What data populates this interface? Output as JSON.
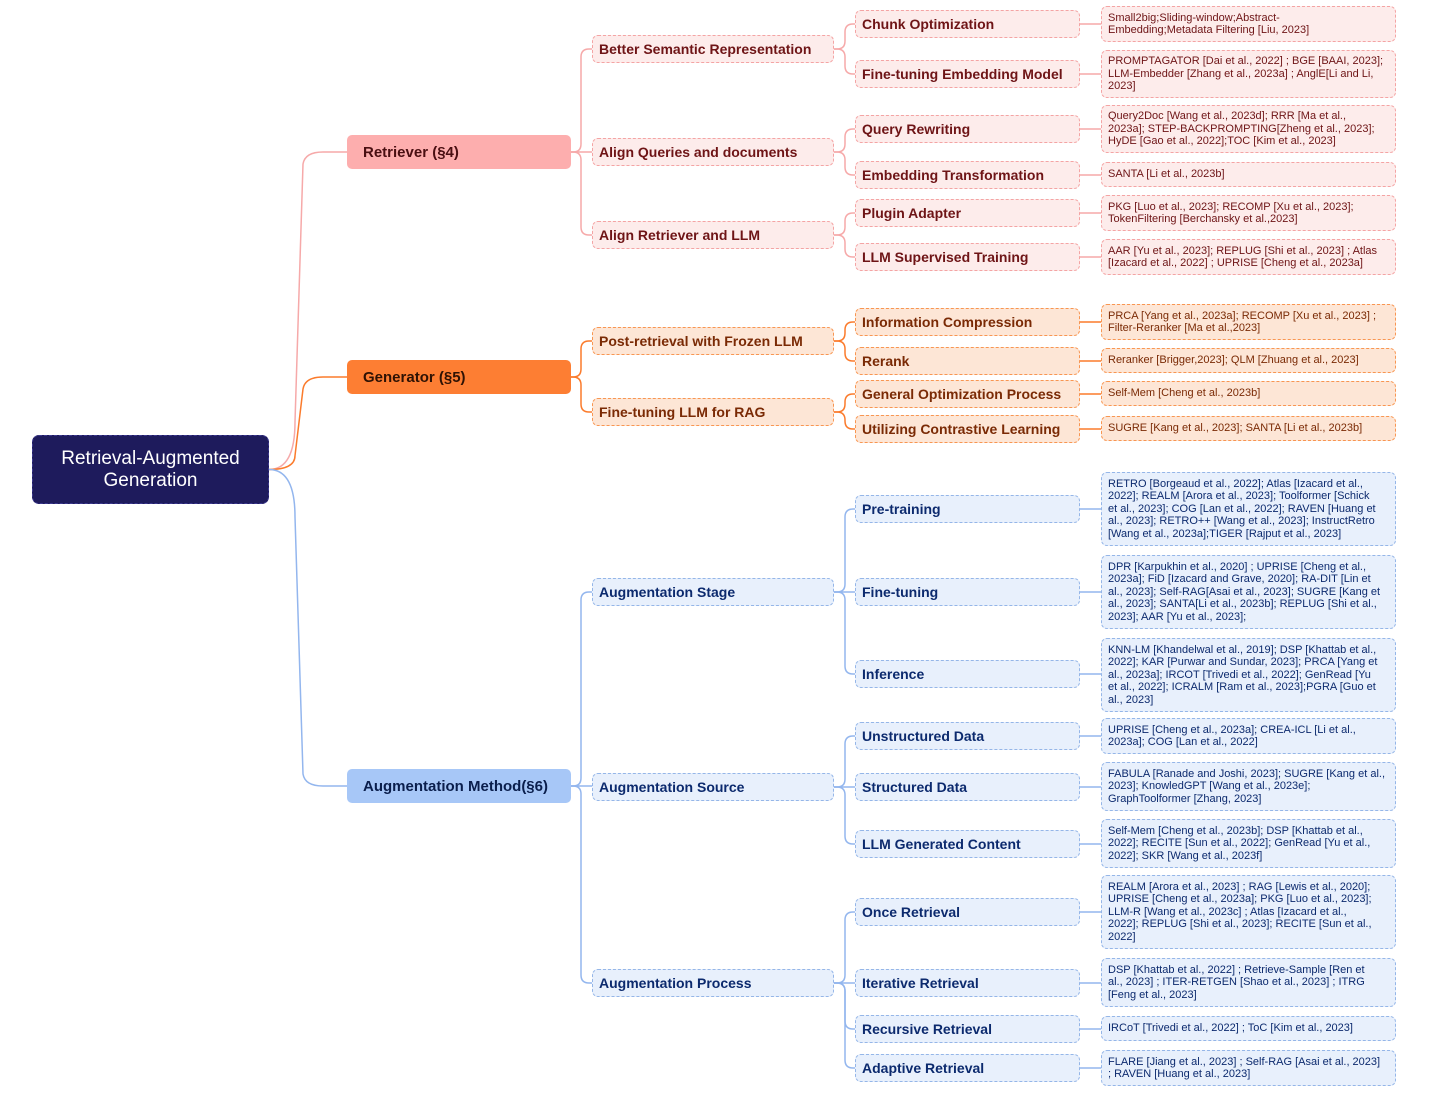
{
  "colors": {
    "root_fill": "#1e1b5c",
    "retriever_fill": "#fdaeae",
    "retriever_link": "#f6a9a9",
    "generator_fill": "#fd7e33",
    "generator_link": "#fb7b2c",
    "augmentation_fill": "#a7c7f7",
    "augmentation_link": "#93b6ee"
  },
  "tree": {
    "root": "Retrieval-Augmented Generation",
    "branches": [
      {
        "label": "Retriever (§4)",
        "children": [
          {
            "label": "Better Semantic Representation",
            "children": [
              {
                "label": "Chunk Optimization",
                "refs": [
                  "Small2big;Sliding-window;Abstract-",
                  "Embedding;Metadata Filtering [Liu, 2023]"
                ]
              },
              {
                "label": "Fine-tuning Embedding Model",
                "refs": [
                  "PROMPTAGATOR [Dai et al., 2022] ; BGE [BAAI, 2023];",
                  "LLM-Embedder [Zhang et al., 2023a] ; AnglE[Li and Li,",
                  "2023]"
                ]
              }
            ]
          },
          {
            "label": "Align  Queries and documents",
            "children": [
              {
                "label": "Query Rewriting",
                "refs": [
                  "Query2Doc [Wang et al., 2023d]; RRR [Ma et al.,",
                  "2023a]; STEP-BACKPROMPTING[Zheng et al., 2023];",
                  "HyDE [Gao et al., 2022];TOC [Kim et al., 2023]"
                ]
              },
              {
                "label": "Embedding Transformation",
                "refs": [
                  "SANTA [Li et al., 2023b]"
                ]
              }
            ]
          },
          {
            "label": "Align Retriever and LLM",
            "children": [
              {
                "label": "Plugin Adapter",
                "refs": [
                  "PKG [Luo et al., 2023]; RECOMP [Xu et al., 2023];",
                  "TokenFiltering [Berchansky et al.,2023]"
                ]
              },
              {
                "label": "LLM Supervised Training",
                "refs": [
                  "AAR [Yu et al., 2023]; REPLUG [Shi et al., 2023] ; Atlas",
                  "[Izacard et al., 2022] ; UPRISE [Cheng et al., 2023a]"
                ]
              }
            ]
          }
        ]
      },
      {
        "label": "Generator (§5)",
        "children": [
          {
            "label": "Post-retrieval with Frozen LLM",
            "children": [
              {
                "label": "Information Compression",
                "refs": [
                  "PRCA [Yang et al., 2023a]; RECOMP [Xu et al., 2023] ;",
                  "Filter-Reranker [Ma et al.,2023]"
                ]
              },
              {
                "label": "Rerank",
                "refs": [
                  "Reranker [Brigger,2023]; QLM [Zhuang et al., 2023]"
                ]
              }
            ]
          },
          {
            "label": "Fine-tuning LLM for RAG",
            "children": [
              {
                "label": "General Optimization Process",
                "refs": [
                  "Self-Mem [Cheng et al., 2023b]"
                ]
              },
              {
                "label": "Utilizing Contrastive Learning",
                "refs": [
                  "SUGRE [Kang et al., 2023]; SANTA [Li et al., 2023b]"
                ]
              }
            ]
          }
        ]
      },
      {
        "label": "Augmentation Method(§6)",
        "children": [
          {
            "label": "Augmentation Stage",
            "children": [
              {
                "label": "Pre-training",
                "refs": [
                  "RETRO [Borgeaud et al., 2022]; Atlas [Izacard et al.,",
                  "2022]; REALM [Arora et al., 2023]; Toolformer [Schick",
                  "et al., 2023]; COG [Lan et al., 2022]; RAVEN [Huang et",
                  "al., 2023]; RETRO++ [Wang et al., 2023]; InstructRetro",
                  "[Wang et al., 2023a];TIGER [Rajput et al., 2023]"
                ]
              },
              {
                "label": "Fine-tuning",
                "refs": [
                  "DPR [Karpukhin et al., 2020] ; UPRISE [Cheng et al.,",
                  "2023a]; FiD [Izacard and Grave, 2020]; RA-DIT [Lin et",
                  "al., 2023]; Self-RAG[Asai et al., 2023]; SUGRE [Kang et",
                  "al., 2023]; SANTA[Li et al., 2023b]; REPLUG [Shi et al.,",
                  "2023]; AAR [Yu et al., 2023];"
                ]
              },
              {
                "label": "Inference",
                "refs": [
                  "KNN-LM [Khandelwal et al., 2019]; DSP [Khattab et al.,",
                  "2022]; KAR [Purwar and Sundar, 2023]; PRCA [Yang et",
                  "al., 2023a]; IRCOT [Trivedi et al., 2022]; GenRead [Yu",
                  "et al., 2022]; ICRALM [Ram et al., 2023];PGRA [Guo et",
                  "al., 2023]"
                ]
              }
            ]
          },
          {
            "label": "Augmentation Source",
            "children": [
              {
                "label": "Unstructured Data",
                "refs": [
                  "UPRISE [Cheng et al., 2023a]; CREA-ICL [Li et al.,",
                  "2023a]; COG [Lan et al., 2022]"
                ]
              },
              {
                "label": "Structured Data",
                "refs": [
                  "FABULA [Ranade and Joshi, 2023]; SUGRE [Kang et al.,",
                  "2023]; KnowledGPT [Wang et al., 2023e];",
                  "GraphToolformer [Zhang, 2023]"
                ]
              },
              {
                "label": "LLM Generated Content",
                "refs": [
                  "Self-Mem [Cheng et al., 2023b]; DSP [Khattab et al.,",
                  "2022]; RECITE [Sun et al., 2022]; GenRead [Yu et al.,",
                  "2022]; SKR [Wang et al., 2023f]"
                ]
              }
            ]
          },
          {
            "label": "Augmentation Process",
            "children": [
              {
                "label": "Once Retrieval",
                "refs": [
                  "REALM [Arora et al., 2023] ; RAG [Lewis et al., 2020];",
                  "UPRISE [Cheng et al., 2023a]; PKG [Luo et al., 2023];",
                  "LLM-R [Wang et al., 2023c] ; Atlas [Izacard et al.,",
                  "2022]; REPLUG [Shi et al., 2023]; RECITE [Sun et al.,",
                  "2022]"
                ]
              },
              {
                "label": "Iterative Retrieval",
                "refs": [
                  "DSP [Khattab et al., 2022] ; Retrieve-Sample [Ren et",
                  "al., 2023] ; ITER-RETGEN [Shao et al., 2023] ; ITRG",
                  "[Feng et al., 2023]"
                ]
              },
              {
                "label": "Recursive Retrieval",
                "refs": [
                  "IRCoT [Trivedi et al., 2022] ; ToC [Kim et al., 2023]"
                ]
              },
              {
                "label": "Adaptive Retrieval",
                "refs": [
                  "FLARE [Jiang et al., 2023] ; Self-RAG [Asai et al., 2023]",
                  "; RAVEN [Huang et al., 2023]"
                ]
              }
            ]
          }
        ]
      }
    ]
  }
}
